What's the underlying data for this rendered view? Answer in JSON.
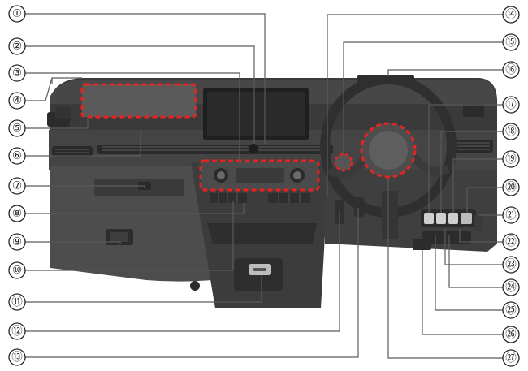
{
  "callouts": {
    "c1": "①",
    "c2": "②",
    "c3": "③",
    "c4": "④",
    "c5": "⑤",
    "c6": "⑥",
    "c7": "⑦",
    "c8": "⑧",
    "c9": "⑨",
    "c10": "⑩",
    "c11": "⑪",
    "c12": "⑫",
    "c13": "⑬",
    "c14": "⑭",
    "c15": "⑮",
    "c16": "⑯",
    "c17": "⑰",
    "c18": "⑱",
    "c19": "⑲",
    "c20": "⑳",
    "c21": "㉑",
    "c22": "㉒",
    "c23": "㉓",
    "c24": "㉔",
    "c25": "㉕",
    "c26": "㉖",
    "c27": "㉗"
  },
  "colors": {
    "dash_dark": "#3a3a3a",
    "dash_mid": "#555555",
    "dash_light": "#6e6e6e",
    "panel": "#4a4a4a",
    "highlight": "#e52421",
    "leader": "#5a5a5a"
  }
}
